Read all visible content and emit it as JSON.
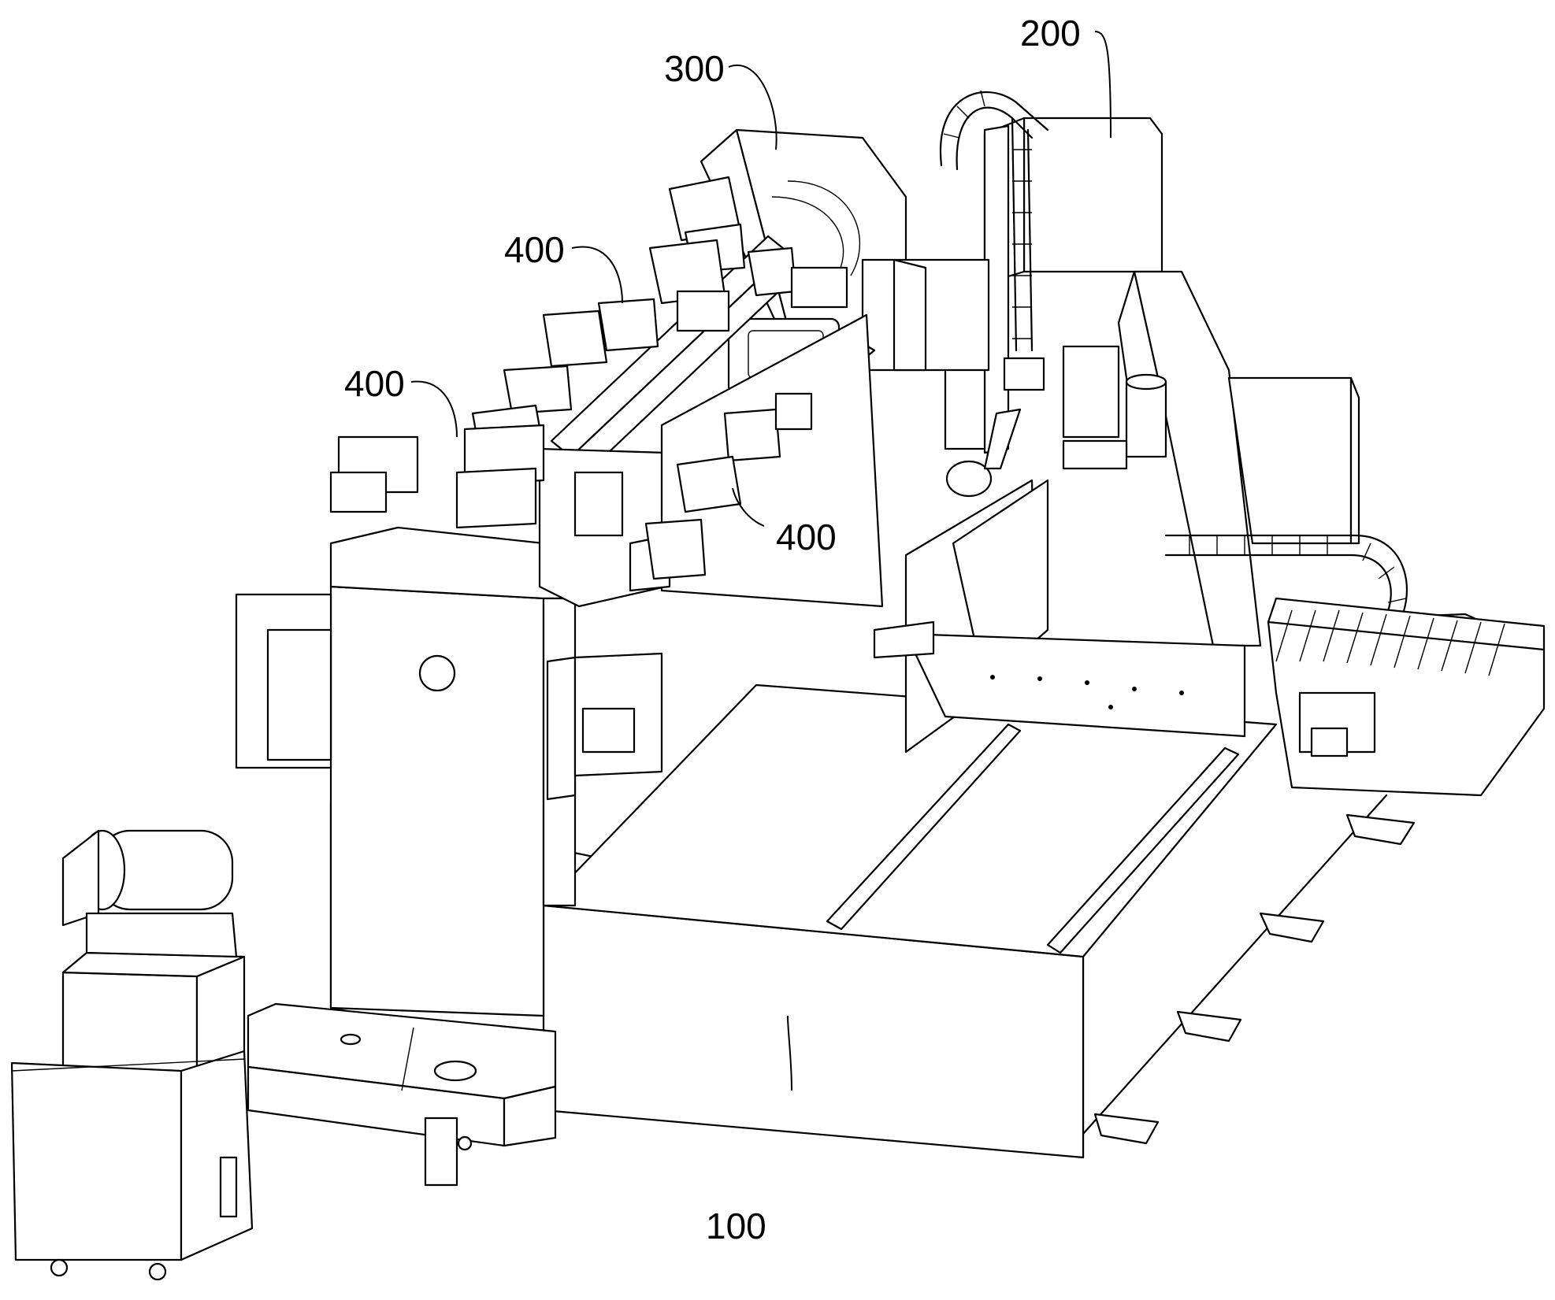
{
  "labels": {
    "base": "100",
    "gantry": "200",
    "spindle_head": "300",
    "clamp_upper": "400",
    "clamp_left": "400",
    "clamp_lower": "400"
  }
}
